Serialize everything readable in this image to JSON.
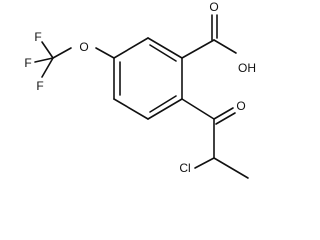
{
  "molecule": {
    "atoms": {
      "carbonyl_o": "O",
      "hydroxyl": "OH",
      "ether_o": "O",
      "fluorine_top": "F",
      "fluorine_left": "F",
      "fluorine_bottom": "F",
      "ketone_o": "O",
      "chlorine": "Cl"
    },
    "colors": {
      "bond": "#111111",
      "label": "#111111",
      "background": "#ffffff"
    }
  }
}
